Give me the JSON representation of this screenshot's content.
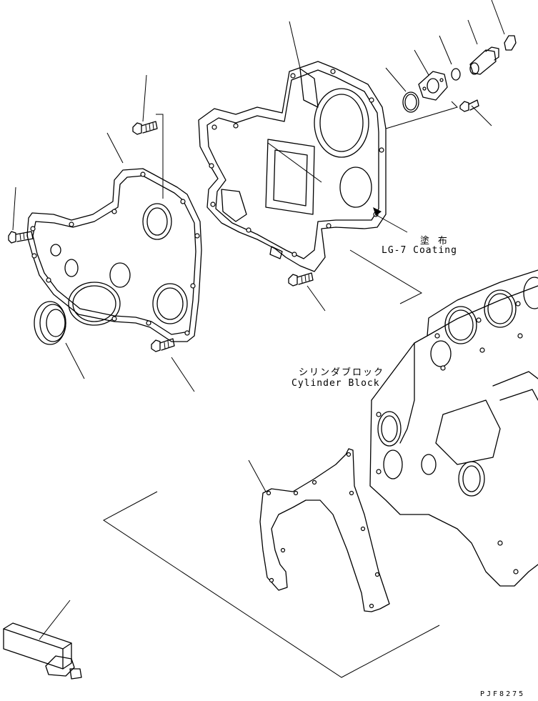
{
  "labels": {
    "coating_jp": "塗 布",
    "coating_en": "LG-7 Coating",
    "cylinder_block_jp": "シリンダブロック",
    "cylinder_block_en": "Cylinder Block",
    "drawing_code": "PJF8275"
  }
}
